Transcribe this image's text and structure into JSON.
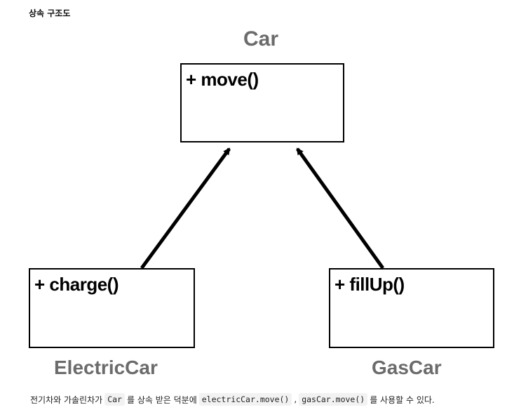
{
  "heading": "상속 구조도",
  "classes": {
    "car": {
      "name": "Car",
      "method": "+ move()"
    },
    "electric": {
      "name": "ElectricCar",
      "method": "+ charge()"
    },
    "gas": {
      "name": "GasCar",
      "method": "+ fillUp()"
    }
  },
  "caption": {
    "t1": "전기차와 가솔린차가",
    "c1": "Car",
    "t2": "를 상속 받은 덕분에",
    "c2": "electricCar.move()",
    "t3": ",",
    "c3": "gasCar.move()",
    "t4": "를 사용할 수 있다."
  }
}
